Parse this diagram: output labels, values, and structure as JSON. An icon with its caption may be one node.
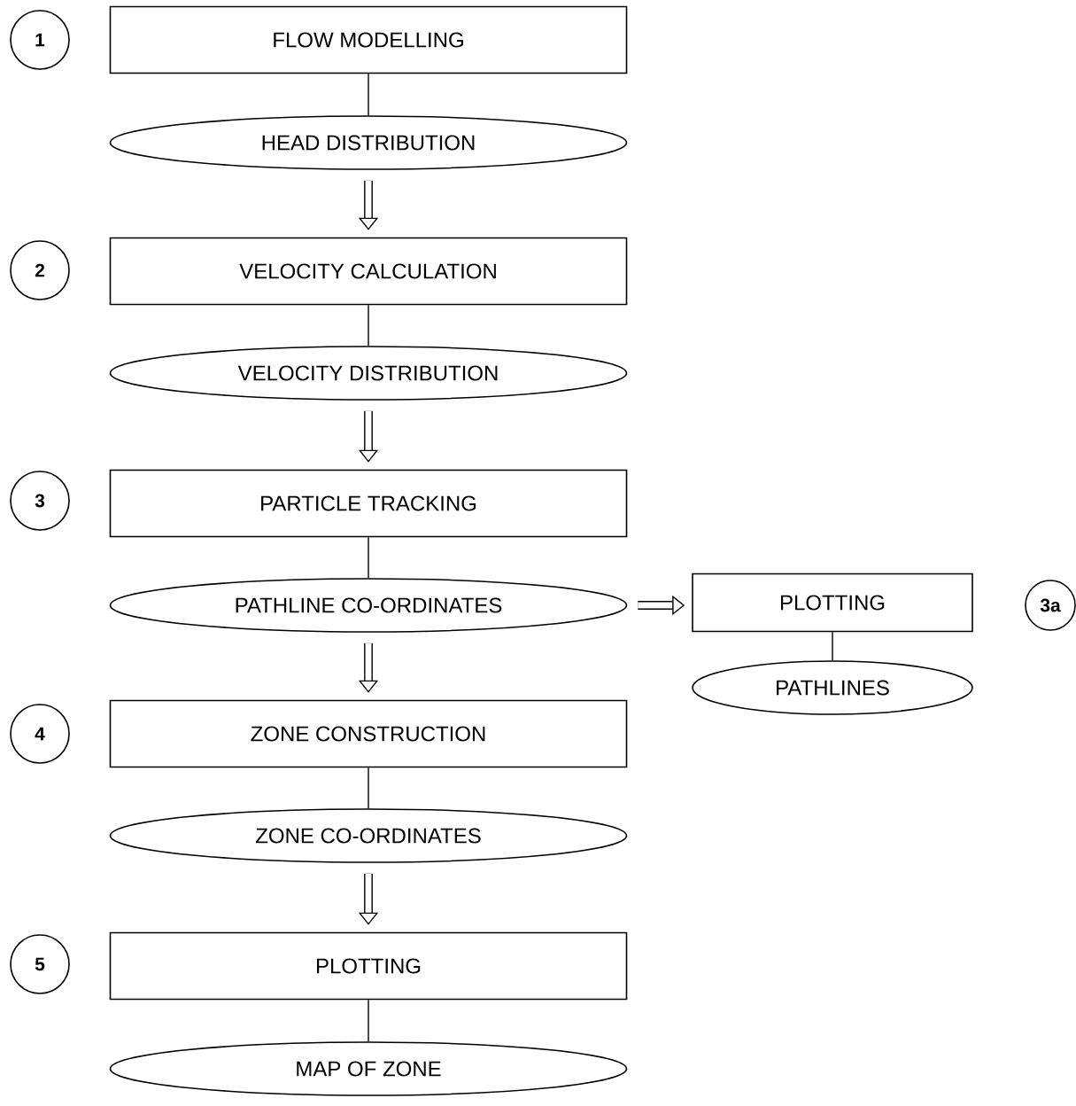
{
  "diagram": {
    "nodes": [
      {
        "text": [
          "1"
        ]
      },
      {
        "text": [
          "FLOW MODELLING"
        ]
      },
      {
        "text": [
          "HEAD DISTRIBUTION"
        ]
      },
      {
        "text": [
          "2"
        ]
      },
      {
        "text": [
          "VELOCITY CALCULATION"
        ]
      },
      {
        "text": [
          "VELOCITY DISTRIBUTION"
        ]
      },
      {
        "text": [
          "3"
        ]
      },
      {
        "text": [
          "PARTICLE TRACKING"
        ]
      },
      {
        "text": [
          "PATHLINE CO-ORDINATES"
        ]
      },
      {
        "text": [
          "PLOTTING"
        ]
      },
      {
        "text": [
          "3a"
        ]
      },
      {
        "text": [
          "PATHLINES"
        ]
      },
      {
        "text": [
          "4"
        ]
      },
      {
        "text": [
          "ZONE CONSTRUCTION"
        ]
      },
      {
        "text": [
          "ZONE CO-ORDINATES"
        ]
      },
      {
        "text": [
          "5"
        ]
      },
      {
        "text": [
          "PLOTTING"
        ]
      },
      {
        "text": [
          "MAP OF ZONE"
        ]
      }
    ],
    "edges": [
      {
        "from": 1,
        "to": 2,
        "arrow": "none"
      },
      {
        "from": 2,
        "to": 4,
        "arrow": "to",
        "style": "thick"
      },
      {
        "from": 4,
        "to": 5,
        "arrow": "none"
      },
      {
        "from": 5,
        "to": 7,
        "arrow": "to",
        "style": "thick"
      },
      {
        "from": 7,
        "to": 8,
        "arrow": "none"
      },
      {
        "from": 8,
        "to": 13,
        "arrow": "to",
        "style": "thick"
      },
      {
        "from": 8,
        "to": 9,
        "arrow": "to",
        "style": "thick"
      },
      {
        "from": 9,
        "to": 11,
        "arrow": "none"
      },
      {
        "from": 13,
        "to": 14,
        "arrow": "none"
      },
      {
        "from": 14,
        "to": 16,
        "arrow": "to",
        "style": "thick"
      },
      {
        "from": 16,
        "to": 17,
        "arrow": "none"
      }
    ]
  }
}
